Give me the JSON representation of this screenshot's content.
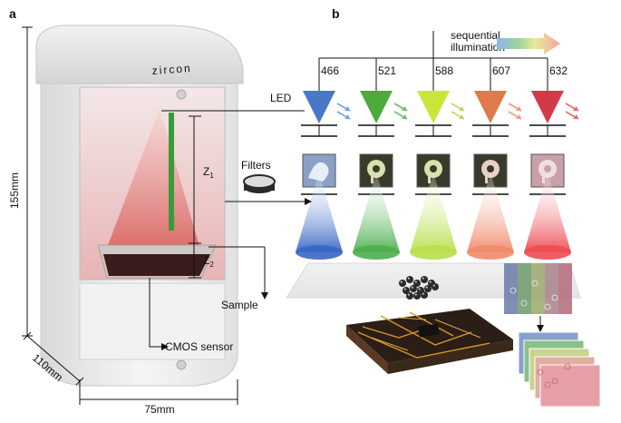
{
  "panels": {
    "a": "a",
    "b": "b"
  },
  "device": {
    "brand": "zircon",
    "dim_height": "155mm",
    "dim_depth": "110mm",
    "dim_width": "75mm",
    "z1": "Z",
    "z1_sub": "1",
    "z2": "Z",
    "z2_sub": "2"
  },
  "labels": {
    "led": "LED",
    "filters": "Filters",
    "sample": "Sample",
    "cmos": "CMOS sensor",
    "sequential_line1": "sequential",
    "sequential_line2": "illumination"
  },
  "wavelengths": [
    "466",
    "521",
    "588",
    "607",
    "632"
  ],
  "colors": {
    "led": [
      "#4a78c8",
      "#4cab3c",
      "#c9e63a",
      "#e07a4a",
      "#d23a4a"
    ],
    "beam": [
      "#3a66c4",
      "#4caf50",
      "#b8e04a",
      "#f08a6a",
      "#ee4a52"
    ],
    "arrow": [
      "#6fa0e0",
      "#6cc06c",
      "#b8d860",
      "#f09a78",
      "#e86a6a"
    ]
  },
  "icons": {
    "filter_lens": "filter-lens-icon",
    "beads": "microbead-sample-icon",
    "sensor": "cmos-sensor-chip-icon",
    "stack": "image-stack-icon"
  }
}
